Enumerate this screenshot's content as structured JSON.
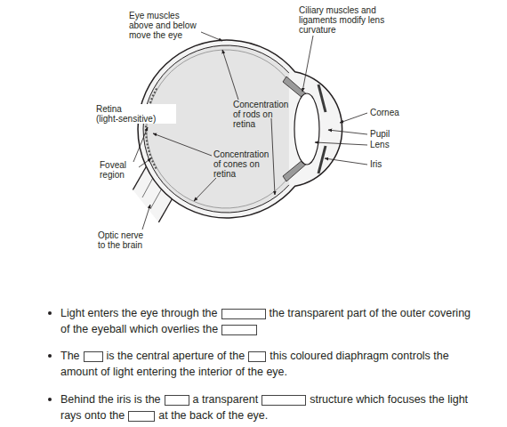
{
  "diagram": {
    "labels": [
      "Eye muscles above and below move the eye",
      "Ciliary muscles and ligaments modify lens curvature",
      "Concentration of rods on retina",
      "Retina (light-sensitive)",
      "Concentration of cones on retina",
      "Foveal region",
      "Cornea",
      "Pupil",
      "Lens",
      "Iris",
      "Optic nerve to the brain",
      "Light enters the eye through the",
      "the transparent part of the outer covering of the eyeball which overlies the",
      "The",
      "is the central aperture of the",
      "this coloured diaphragm controls the amount of light entering the interior of the eye.",
      "Behind the iris is the",
      "a transparent",
      "structure which focuses the light rays onto the",
      "at the back of the eye."
    ]
  }
}
